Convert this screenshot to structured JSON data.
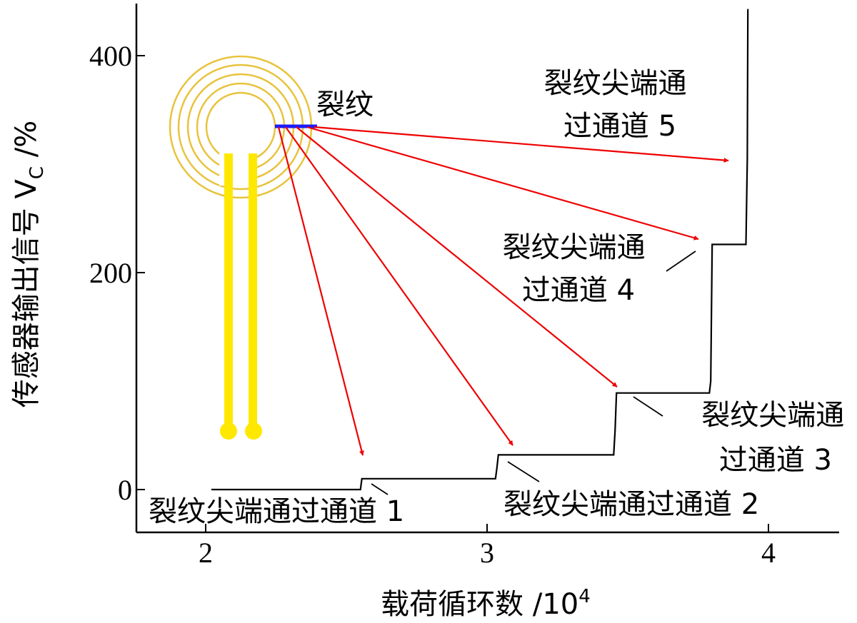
{
  "chart_data": {
    "type": "line",
    "xlabel": "载荷循环数 /10",
    "xlabel_exponent": "4",
    "ylabel": "传感器输出信号 V",
    "ylabel_subscript": "C",
    "ylabel_unit": " /%",
    "xlim": [
      1.75,
      4.25
    ],
    "ylim": [
      -40,
      450
    ],
    "xticks": [
      2,
      3,
      4
    ],
    "yticks": [
      0,
      200,
      400
    ],
    "grid": false,
    "series": [
      {
        "x": [
          2.02,
          2.55,
          2.555,
          3.03,
          3.035,
          3.04,
          3.45,
          3.455,
          3.46,
          3.79,
          3.795,
          3.8,
          3.92,
          3.925,
          3.927
        ],
        "y": [
          0,
          0,
          10,
          10,
          20,
          32,
          32,
          55,
          89,
          89,
          100,
          226,
          226,
          305,
          443
        ]
      }
    ],
    "crack_label": "裂纹",
    "annotations": [
      {
        "text_lines": [
          "裂纹尖端通过通道 1"
        ]
      },
      {
        "text_lines": [
          "裂纹尖端通过通道 2"
        ]
      },
      {
        "text_lines": [
          "裂纹尖端通",
          "过通道 3"
        ]
      },
      {
        "text_lines": [
          "裂纹尖端通",
          "过通道 4"
        ]
      },
      {
        "text_lines": [
          "裂纹尖端通",
          "过通道 5"
        ]
      }
    ],
    "colors": {
      "line": "#000000",
      "arrow": "#ee0000",
      "crack": "#1a1aff",
      "sensor": "#ffe800",
      "sensor_ring": "#e8c33c"
    }
  }
}
